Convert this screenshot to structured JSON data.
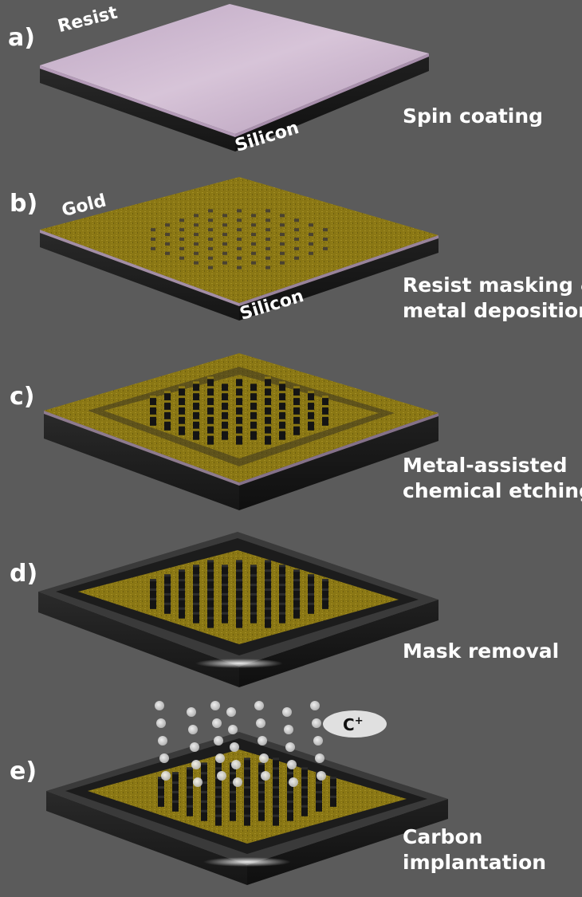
{
  "steps": [
    {
      "letter": "a)",
      "description": [
        "Spin coating"
      ],
      "layer_label": "Resist",
      "substrate_label": "Silicon"
    },
    {
      "letter": "b)",
      "description": [
        "Resist masking &",
        "metal deposition"
      ],
      "layer_label": "Gold",
      "substrate_label": "Silicon"
    },
    {
      "letter": "c)",
      "description": [
        "Metal-assisted",
        "chemical etching"
      ]
    },
    {
      "letter": "d)",
      "description": [
        "Mask removal"
      ]
    },
    {
      "letter": "e)",
      "description": [
        "Carbon",
        "implantation"
      ],
      "ion_label": "C",
      "ion_charge": "+"
    }
  ],
  "colors": {
    "background": "#5b5b5b",
    "resist": "#c9b3cb",
    "gold": "#8d7a16",
    "silicon_dark": "#1b1b1b",
    "silicon_frame": "#2e2e2e",
    "ion": "#e8e8e8"
  }
}
